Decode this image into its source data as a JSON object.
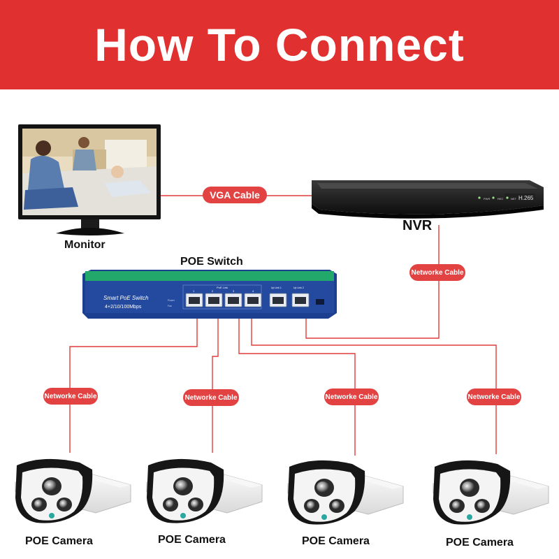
{
  "title": "How To Connect",
  "colors": {
    "banner": "#e03030",
    "pill": "#e24242",
    "wire": "#e03c3c",
    "switch_body": "#1d3f8f",
    "switch_stripe": "#23a86b"
  },
  "devices": {
    "monitor": {
      "label": "Monitor",
      "icon": "monitor-icon"
    },
    "nvr": {
      "label": "NVR",
      "icon": "nvr-icon",
      "badge": "H.265",
      "leds": [
        "PWR",
        "REC",
        "NET"
      ]
    },
    "poe_switch": {
      "label": "POE Switch",
      "icon": "switch-icon",
      "brand_line1": "Smart PoE Switch",
      "brand_line2": "4+2/10/100Mbps",
      "poe_link_label": "PoE Link",
      "port_numbers": [
        "1",
        "2",
        "3",
        "4"
      ],
      "uplink_labels": [
        "Up Link 1",
        "Up Link 2"
      ],
      "status_labels": [
        "Power",
        "Fan"
      ]
    },
    "cameras": [
      {
        "label": "POE Camera",
        "icon": "bullet-camera-icon"
      },
      {
        "label": "POE Camera",
        "icon": "bullet-camera-icon"
      },
      {
        "label": "POE Camera",
        "icon": "bullet-camera-icon"
      },
      {
        "label": "POE Camera",
        "icon": "bullet-camera-icon"
      }
    ]
  },
  "cables": {
    "vga": "VGA Cable",
    "nvr_switch": "Networke Cable",
    "cameras": [
      "Networke Cable",
      "Networke Cable",
      "Networke Cable",
      "Networke Cable"
    ]
  }
}
